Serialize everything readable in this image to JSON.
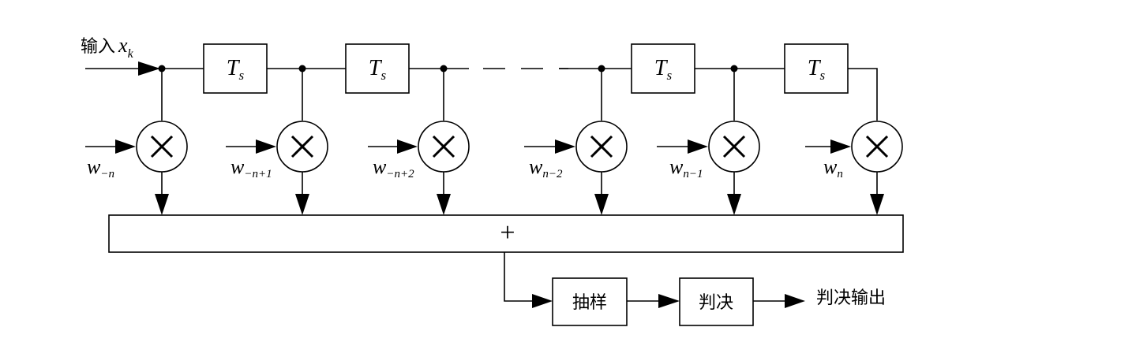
{
  "input": {
    "label": "输入",
    "var": "x",
    "sub": "k"
  },
  "delay": {
    "var": "T",
    "sub": "s"
  },
  "taps": [
    {
      "var": "w",
      "sub": "−n"
    },
    {
      "var": "w",
      "sub": "−n+1"
    },
    {
      "var": "w",
      "sub": "−n+2"
    },
    {
      "var": "w",
      "sub": "n−2"
    },
    {
      "var": "w",
      "sub": "n−1"
    },
    {
      "var": "w",
      "sub": "n"
    }
  ],
  "summer": {
    "symbol": "+"
  },
  "sampler": {
    "label": "抽样"
  },
  "decision": {
    "label": "判决"
  },
  "output": {
    "label": "判决输出"
  }
}
